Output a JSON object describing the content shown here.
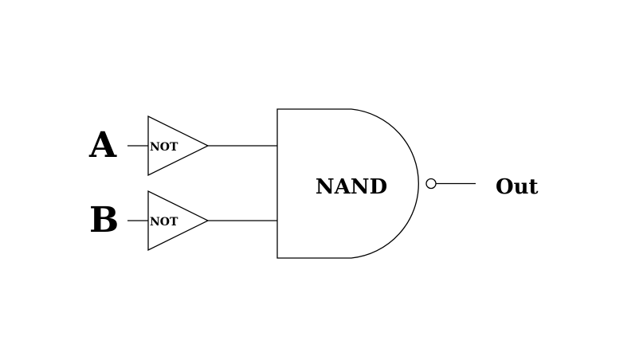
{
  "inputs": [
    {
      "label": "A",
      "gate_label": "NOT"
    },
    {
      "label": "B",
      "gate_label": "NOT"
    }
  ],
  "main_gate": {
    "label": "NAND"
  },
  "output": {
    "label": "Out"
  }
}
